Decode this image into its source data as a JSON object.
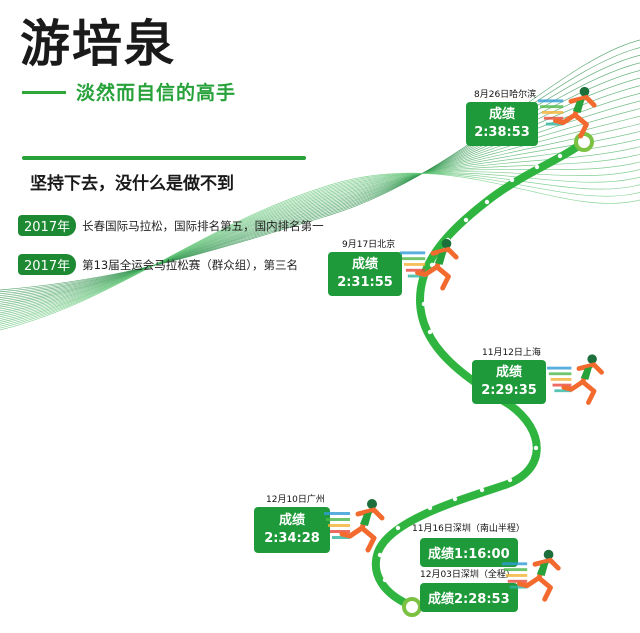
{
  "header": {
    "name": "游培泉",
    "tagline": "淡然而自信的高手",
    "motto": "坚持下去，没什么是做不到"
  },
  "achievements": [
    {
      "year": "2017年",
      "text": "长春国际马拉松，国际排名第五，国内排名第一"
    },
    {
      "year": "2017年",
      "text": "第13届全运会马拉松赛（群众组），第三名"
    }
  ],
  "stops": [
    {
      "caption": "8月26日哈尔滨",
      "result_label": "成绩",
      "time": "2:38:53"
    },
    {
      "caption": "9月17日北京",
      "result_label": "成绩",
      "time": "2:31:55"
    },
    {
      "caption": "11月12日上海",
      "result_label": "成绩",
      "time": "2:29:35"
    },
    {
      "caption": "12月10日广州",
      "result_label": "成绩",
      "time": "2:34:28"
    },
    {
      "caption": "11月16日深圳（南山半程）",
      "result": "成绩1:16:00"
    },
    {
      "caption": "12月03日深圳（全程）",
      "result": "成绩2:28:53"
    }
  ],
  "colors": {
    "accent": "#27a13a",
    "dark_green": "#1d8a33",
    "route": "#2fb53f",
    "runner_orange": "#f26a2e"
  },
  "icons": [
    "runner-icon"
  ]
}
